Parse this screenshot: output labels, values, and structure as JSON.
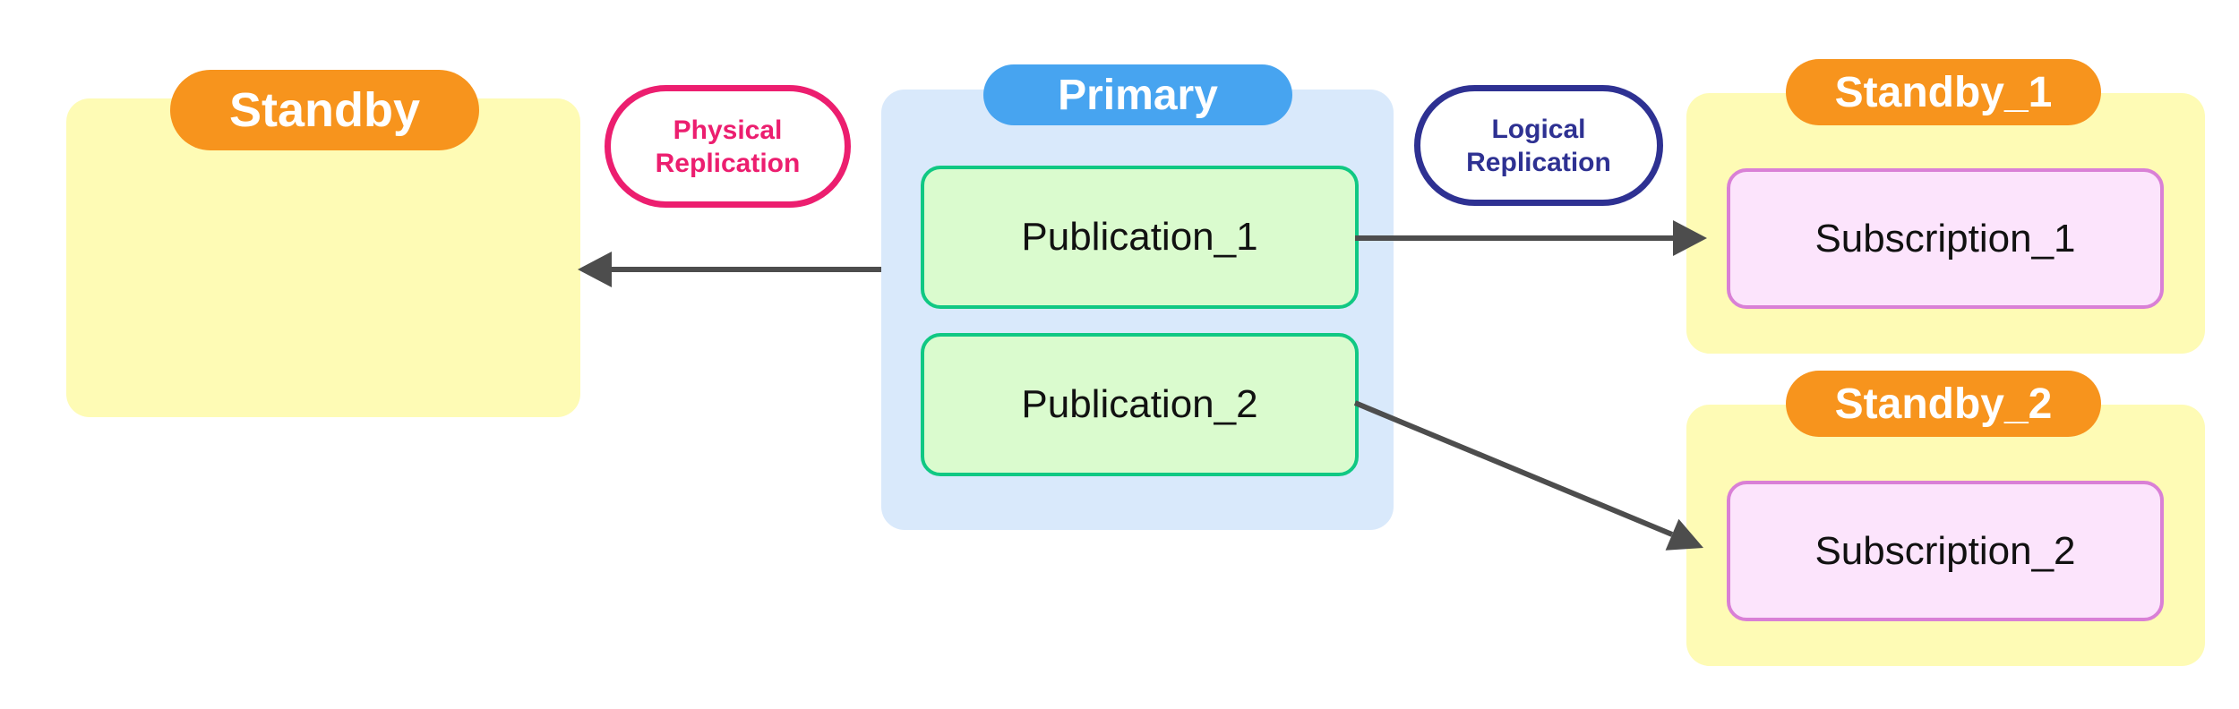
{
  "colors": {
    "orange": "#F7941D",
    "yellow": "#FEFBB5",
    "blue": "#47A4F0",
    "light_blue": "#D9E9FB",
    "green_fill": "#DAFBCE",
    "green_border": "#10C883",
    "pink_fill": "#FCE4FC",
    "orchid_border": "#D980D6",
    "magenta": "#EC1E6F",
    "navy": "#2E3192",
    "arrow_gray": "#4D4D4D",
    "text_dark": "#111111"
  },
  "nodes": {
    "standby": {
      "label": "Standby"
    },
    "primary": {
      "label": "Primary",
      "publications": [
        {
          "label": "Publication_1"
        },
        {
          "label": "Publication_2"
        }
      ]
    },
    "standby_1": {
      "label": "Standby_1",
      "subscription": {
        "label": "Subscription_1"
      }
    },
    "standby_2": {
      "label": "Standby_2",
      "subscription": {
        "label": "Subscription_2"
      }
    }
  },
  "annotations": {
    "physical": {
      "line1": "Physical",
      "line2": "Replication"
    },
    "logical": {
      "line1": "Logical",
      "line2": "Replication"
    }
  },
  "arrows": [
    {
      "name": "physical-replication-arrow",
      "from": "Primary",
      "to": "Standby"
    },
    {
      "name": "logical-replication-arrow-1",
      "from": "Publication_1",
      "to": "Subscription_1"
    },
    {
      "name": "logical-replication-arrow-2",
      "from": "Publication_2",
      "to": "Subscription_2"
    }
  ]
}
